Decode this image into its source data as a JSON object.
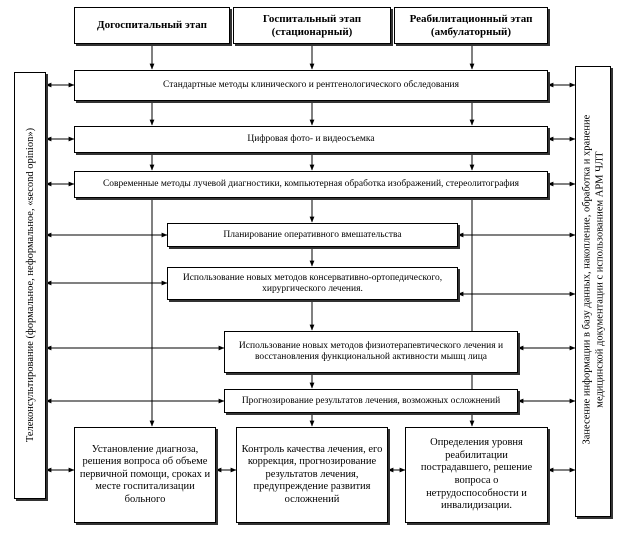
{
  "stages": [
    {
      "lines": [
        "Догоспитальный этап"
      ]
    },
    {
      "lines": [
        "Госпитальный этап",
        "(стационарный)"
      ]
    },
    {
      "lines": [
        "Реабилитационный этап",
        "(амбулаторный)"
      ]
    }
  ],
  "processes": [
    {
      "lines": [
        "Стандартные методы клинического и рентгенологического обследования"
      ]
    },
    {
      "lines": [
        "Цифровая фото- и видеосъемка"
      ]
    },
    {
      "lines": [
        "Современные методы лучевой диагностики, компьютерная обработка изображений, стереолитография"
      ]
    },
    {
      "lines": [
        "Планирование оперативного вмешательства"
      ]
    },
    {
      "lines": [
        "Использование новых методов консервативно-ортопедического,",
        "хирургического лечения."
      ]
    },
    {
      "lines": [
        "Использование новых методов физиотерапевтического лечения и",
        "восстановления функциональной активности мышц лица"
      ]
    },
    {
      "lines": [
        "Прогнозирование результатов лечения, возможных осложнений"
      ]
    }
  ],
  "outcomes": [
    {
      "lines": [
        "Установление диагноза,",
        "решения вопроса об объеме",
        "первичной помощи, сроках и",
        "месте госпитализации",
        "больного"
      ]
    },
    {
      "lines": [
        "Контроль качества лечения, его",
        "коррекция, прогнозирование",
        "результатов лечения,",
        "предупреждение развития",
        "осложнений"
      ]
    },
    {
      "lines": [
        "Определения уровня",
        "реабилитации",
        "пострадавшего, решение",
        "вопроса о",
        "нетрудоспособности и",
        "инвалидизации."
      ]
    }
  ],
  "left_panel": {
    "lines": [
      "Телеконсультирование (формальное, неформальное, «second opinion»)"
    ]
  },
  "right_panel": {
    "lines": [
      "Занесение информации в базу данных, накопление, обработка и хранение",
      "медицинской документации с использованием АРМ ЧЛТ"
    ]
  }
}
